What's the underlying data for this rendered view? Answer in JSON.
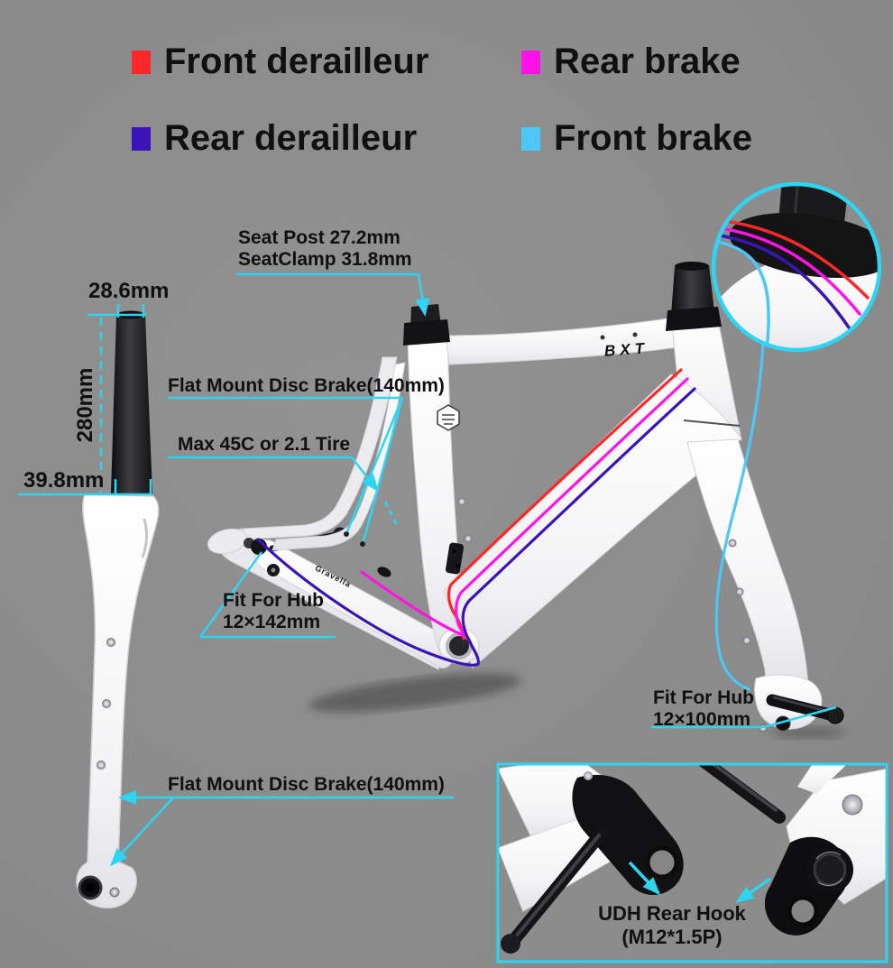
{
  "colors": {
    "front_derailleur": "#fa2828",
    "rear_brake": "#ff12e8",
    "rear_derailleur": "#3a14b8",
    "front_brake": "#4cc7f6",
    "annotation": "#2ed5f3",
    "label_text": "#101010",
    "background": "#8c8c8c"
  },
  "legend": {
    "items": [
      {
        "label": "Front derailleur"
      },
      {
        "label": "Rear brake"
      },
      {
        "label": "Rear derailleur"
      },
      {
        "label": "Front brake"
      }
    ]
  },
  "dimensions": {
    "steerer_diameter": "28.6mm",
    "steerer_length": "280mm",
    "crown_width": "39.8mm"
  },
  "callouts": {
    "seat_post": {
      "line1": "Seat Post 27.2mm",
      "line2": "SeatClamp 31.8mm"
    },
    "rear_flat_mount": "Flat Mount Disc Brake(140mm)",
    "tire_clearance": "Max 45C or 2.1 Tire",
    "rear_hub": {
      "line1": "Fit For Hub",
      "line2": "12×142mm"
    },
    "front_hub": {
      "line1": "Fit For Hub",
      "line2": "12×100mm"
    },
    "fork_flat_mount": "Flat Mount Disc Brake(140mm)",
    "udh": {
      "line1": "UDH Rear Hook",
      "line2": "(M12*1.5P)"
    }
  },
  "frame": {
    "brand": "BXT",
    "chainstay_logo": "Gravella"
  }
}
